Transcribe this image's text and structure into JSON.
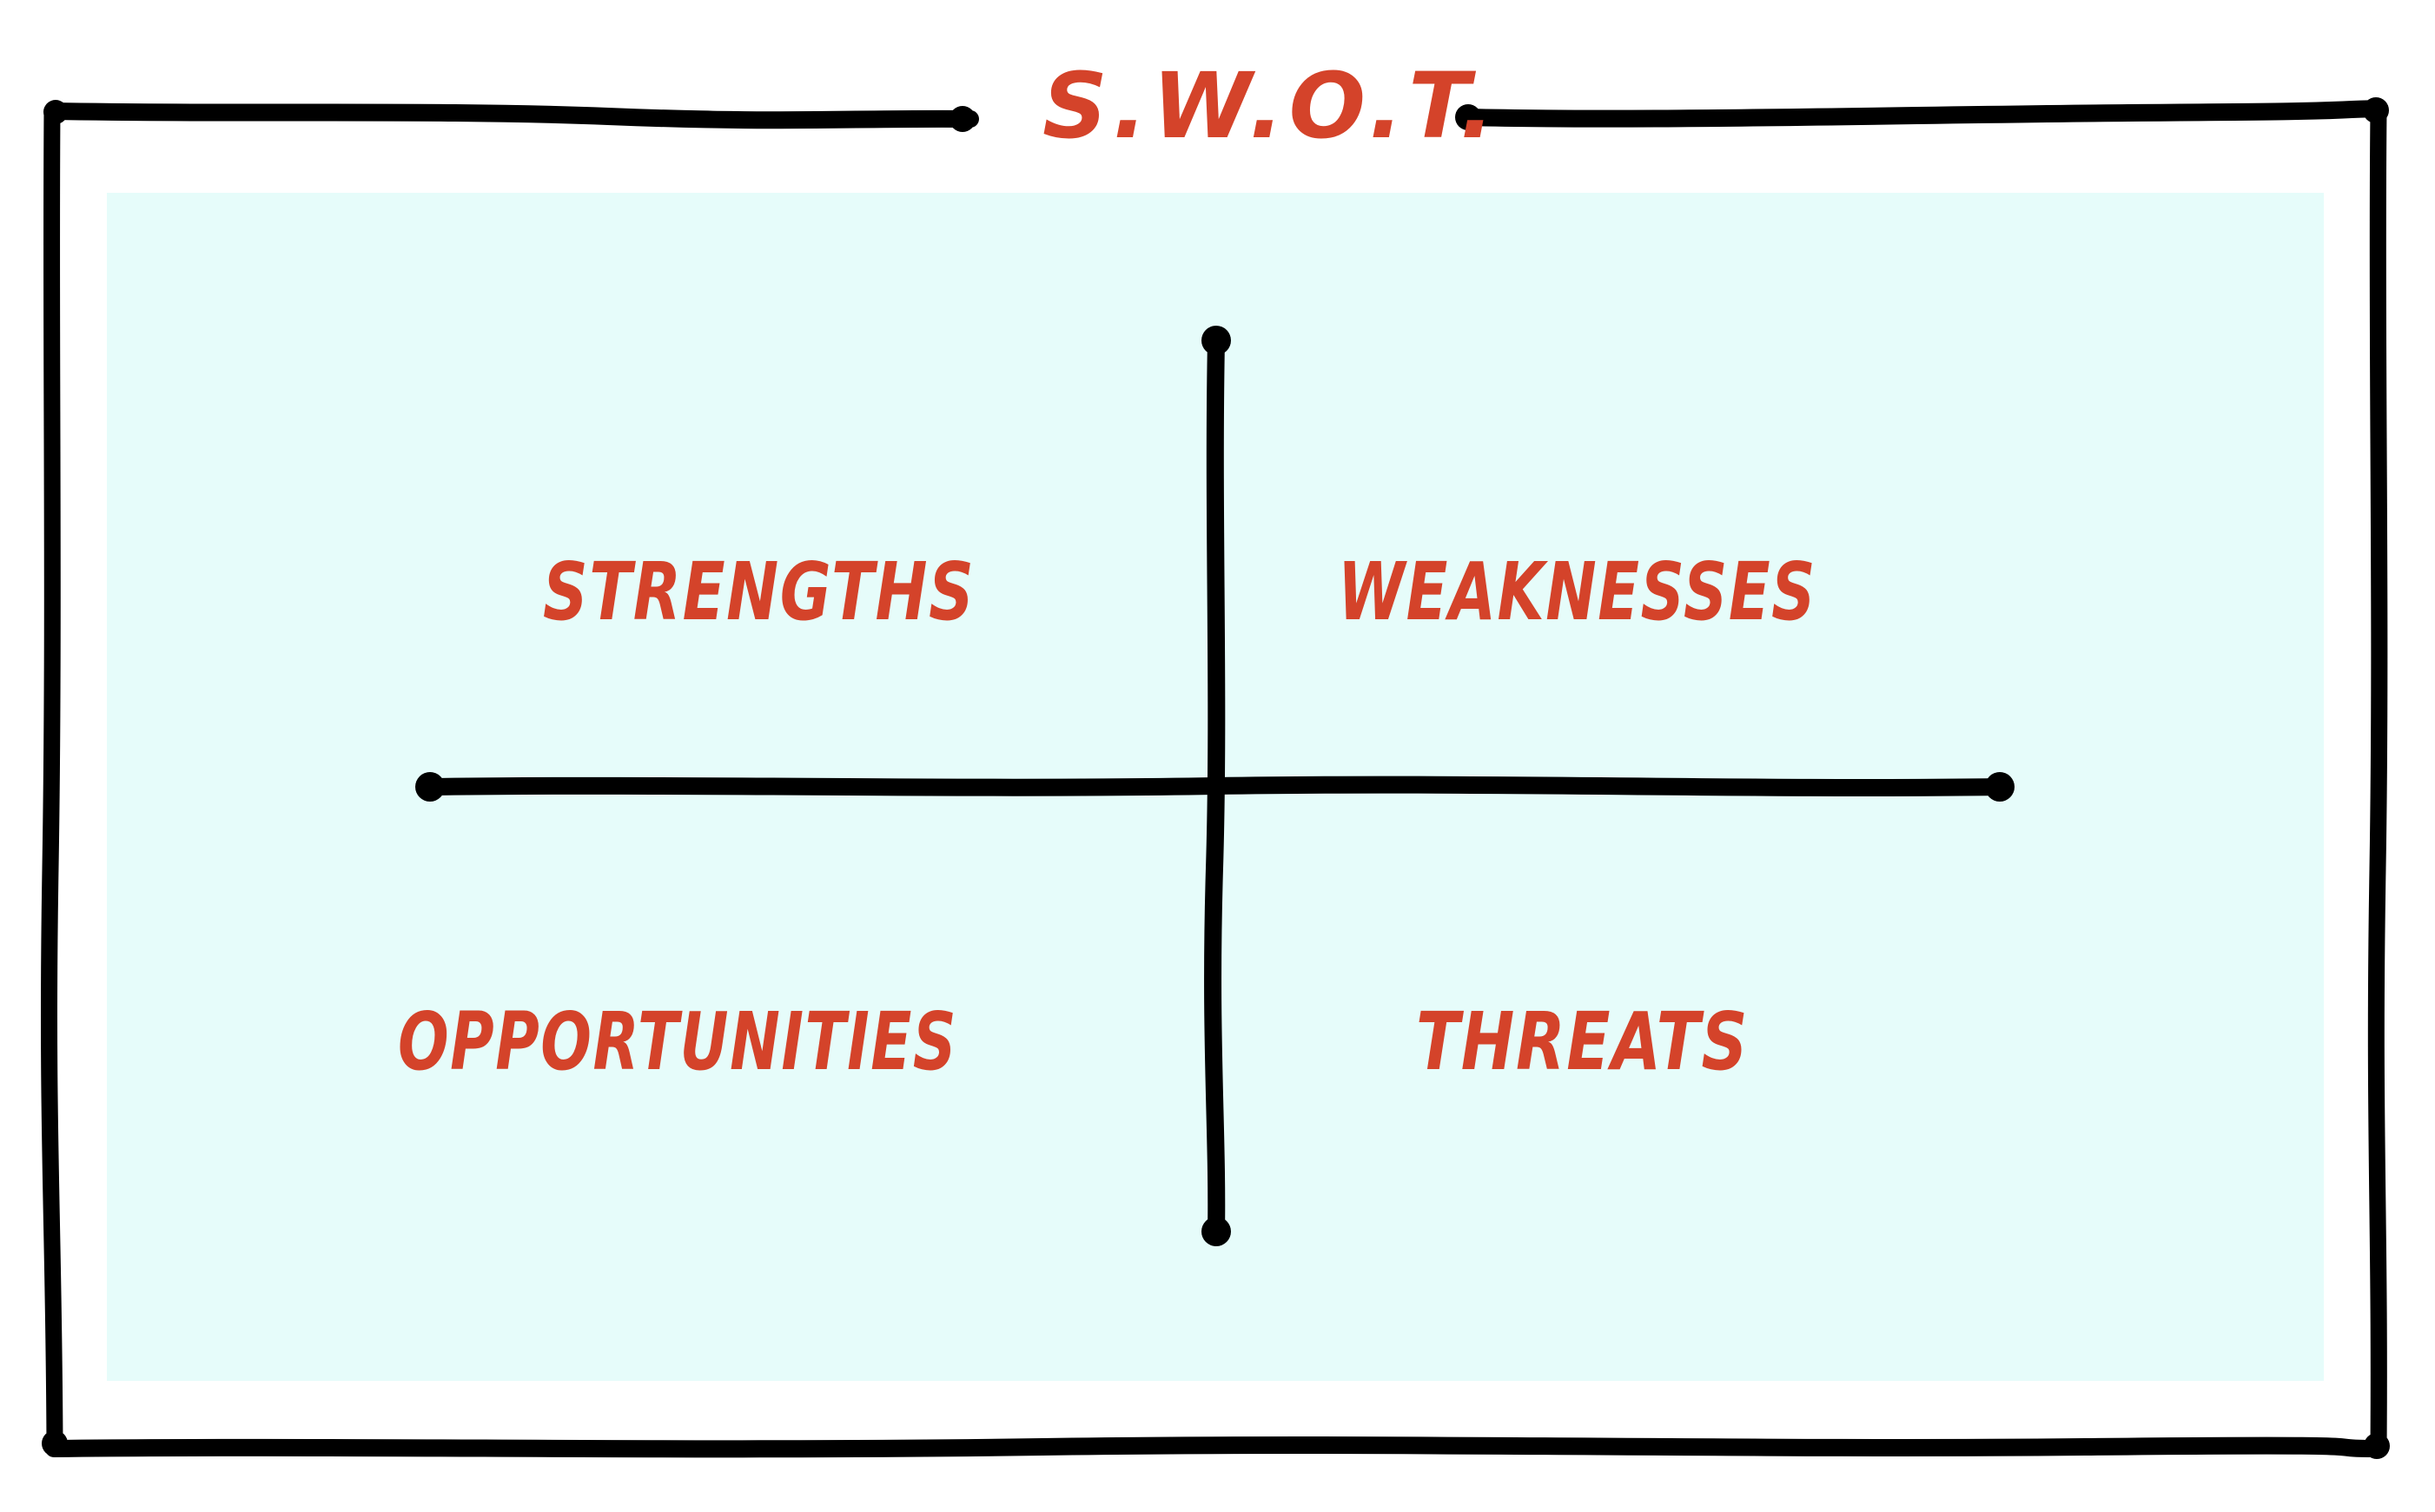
{
  "diagram": {
    "title": "S.W.O.T.",
    "quadrants": [
      {
        "position": "top-left",
        "label": "STRENGTHS"
      },
      {
        "position": "top-right",
        "label": "WEAKNESSES"
      },
      {
        "position": "bottom-left",
        "label": "OPPORTUNITIES"
      },
      {
        "position": "bottom-right",
        "label": "THREATS"
      }
    ]
  },
  "colors": {
    "text_accent": "#D4432A",
    "panel_background": "#E6FCFA",
    "line": "#000000",
    "page_background": "#FFFFFF"
  }
}
